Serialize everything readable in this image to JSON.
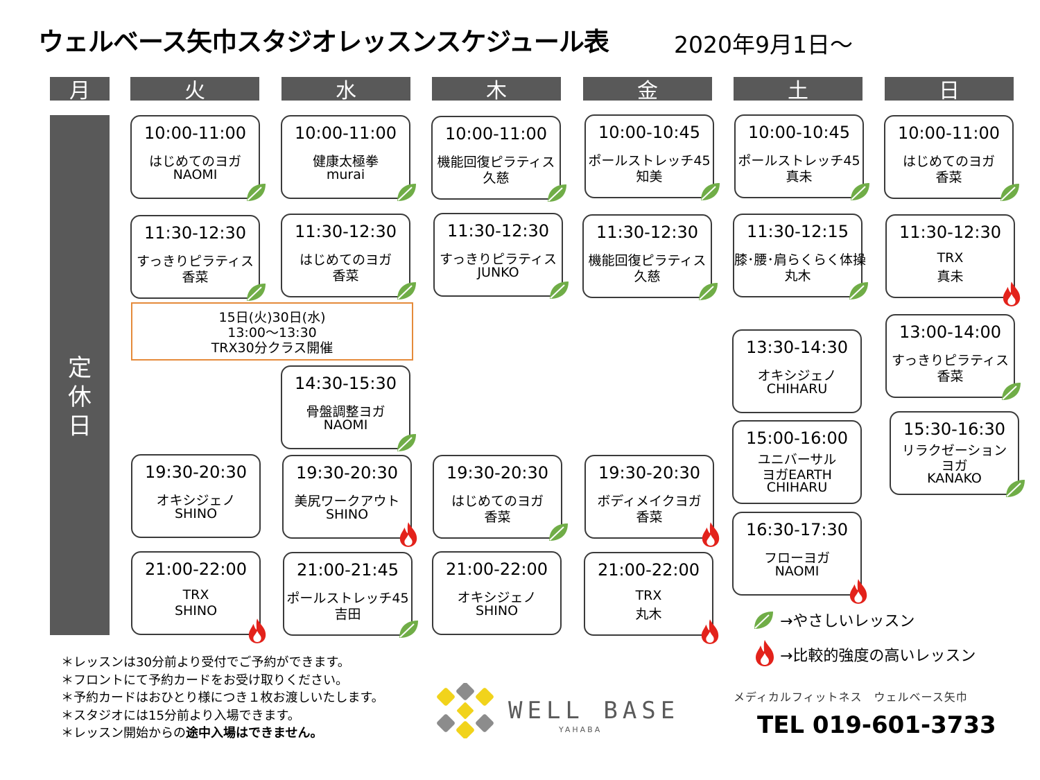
{
  "header": {
    "title": "ウェルベース矢巾スタジオレッスンスケジュール表",
    "date": "2020年9月1日～"
  },
  "days": [
    "月",
    "火",
    "水",
    "木",
    "金",
    "土",
    "日"
  ],
  "closed_label": [
    "定",
    "休",
    "日"
  ],
  "lessons": [
    {
      "time": "10:00-11:00",
      "name": "はじめてのヨガ",
      "instructor": "NAOMI",
      "intensity": "leaf-icon"
    },
    {
      "time": "11:30-12:30",
      "name": "すっきりピラティス",
      "instructor": "香菜",
      "intensity": "leaf-icon"
    },
    {
      "time": "19:30-20:30",
      "name": "オキシジェノ",
      "instructor": "SHINO",
      "intensity": "none"
    },
    {
      "time": "21:00-22:00",
      "name": "TRX",
      "instructor": "SHINO",
      "intensity": "flame-icon"
    },
    {
      "time": "10:00-11:00",
      "name": "健康太極拳",
      "instructor": "murai",
      "intensity": "leaf-icon"
    },
    {
      "time": "11:30-12:30",
      "name": "はじめてのヨガ",
      "instructor": "香菜",
      "intensity": "leaf-icon"
    },
    {
      "time": "14:30-15:30",
      "name": "骨盤調整ヨガ",
      "instructor": "NAOMI",
      "intensity": "leaf-icon"
    },
    {
      "time": "19:30-20:30",
      "name": "美尻ワークアウト",
      "instructor": "SHINO",
      "intensity": "flame-icon"
    },
    {
      "time": "21:00-21:45",
      "name": "ポールストレッチ45",
      "instructor": "吉田",
      "intensity": "leaf-icon"
    },
    {
      "time": "10:00-11:00",
      "name": "機能回復ピラティス",
      "instructor": "久慈",
      "intensity": "leaf-icon"
    },
    {
      "time": "11:30-12:30",
      "name": "すっきりピラティス",
      "instructor": "JUNKO",
      "intensity": "leaf-icon"
    },
    {
      "time": "19:30-20:30",
      "name": "はじめてのヨガ",
      "instructor": "香菜",
      "intensity": "leaf-icon"
    },
    {
      "time": "21:00-22:00",
      "name": "オキシジェノ",
      "instructor": "SHINO",
      "intensity": "none"
    },
    {
      "time": "10:00-10:45",
      "name": "ポールストレッチ45",
      "instructor": "知美",
      "intensity": "leaf-icon"
    },
    {
      "time": "11:30-12:30",
      "name": "機能回復ピラティス",
      "instructor": "久慈",
      "intensity": "leaf-icon"
    },
    {
      "time": "19:30-20:30",
      "name": "ボディメイクヨガ",
      "instructor": "香菜",
      "intensity": "flame-icon"
    },
    {
      "time": "21:00-22:00",
      "name": "TRX",
      "instructor": "丸木",
      "intensity": "flame-icon"
    },
    {
      "time": "10:00-10:45",
      "name": "ポールストレッチ45",
      "instructor": "真未",
      "intensity": "leaf-icon"
    },
    {
      "time": "11:30-12:15",
      "name": "膝･腰･肩らくらく体操",
      "instructor": "丸木",
      "intensity": "leaf-icon"
    },
    {
      "time": "13:30-14:30",
      "name": "オキシジェノ",
      "instructor": "CHIHARU",
      "intensity": "none"
    },
    {
      "time": "15:00-16:00",
      "name": "ユニバーサル",
      "name2": "ヨガEARTH",
      "instructor": "CHIHARU",
      "intensity": "none"
    },
    {
      "time": "16:30-17:30",
      "name": "フローヨガ",
      "instructor": "NAOMI",
      "intensity": "flame-icon"
    },
    {
      "time": "10:00-11:00",
      "name": "はじめてのヨガ",
      "instructor": "香菜",
      "intensity": "leaf-icon"
    },
    {
      "time": "11:30-12:30",
      "name": "TRX",
      "instructor": "真未",
      "intensity": "flame-icon"
    },
    {
      "time": "13:00-14:00",
      "name": "すっきりピラティス",
      "instructor": "香菜",
      "intensity": "leaf-icon"
    },
    {
      "time": "15:30-16:30",
      "name": "リラクゼーション",
      "name2": "ヨガ",
      "instructor": "KANAKO",
      "intensity": "leaf-icon"
    }
  ],
  "notice": {
    "line1": "15日(火)30日(水)",
    "line2": "13:00～13:30",
    "line3": "TRX30分クラス開催"
  },
  "legend": {
    "easy": "→やさしいレッスン",
    "hard": "→比較的強度の高いレッスン"
  },
  "notes": {
    "n1": "＊レッスンは30分前より受付でご予約ができます。",
    "n2": "＊フロントにて予約カードをお受け取りください。",
    "n3": "＊予約カードはおひとり様につき１枚お渡しいたします。",
    "n4": "＊スタジオには15分前より入場できます。",
    "n5_prefix": "＊レッスン開始からの",
    "n5_bold": "途中入場はできません。"
  },
  "footer": {
    "brand": "WELL BASE",
    "brand_sub": "YAHABA",
    "company": "メディカルフィットネス　ウェルベース矢巾",
    "tel": "TEL 019-601-3733"
  },
  "colors": {
    "header_bar": "#595959",
    "leaf": "#70ad47",
    "flame": "#e3221b",
    "notice_border": "#e58a3a",
    "logo_yellow": "#f1d31b",
    "logo_gray": "#8c8c8c"
  }
}
